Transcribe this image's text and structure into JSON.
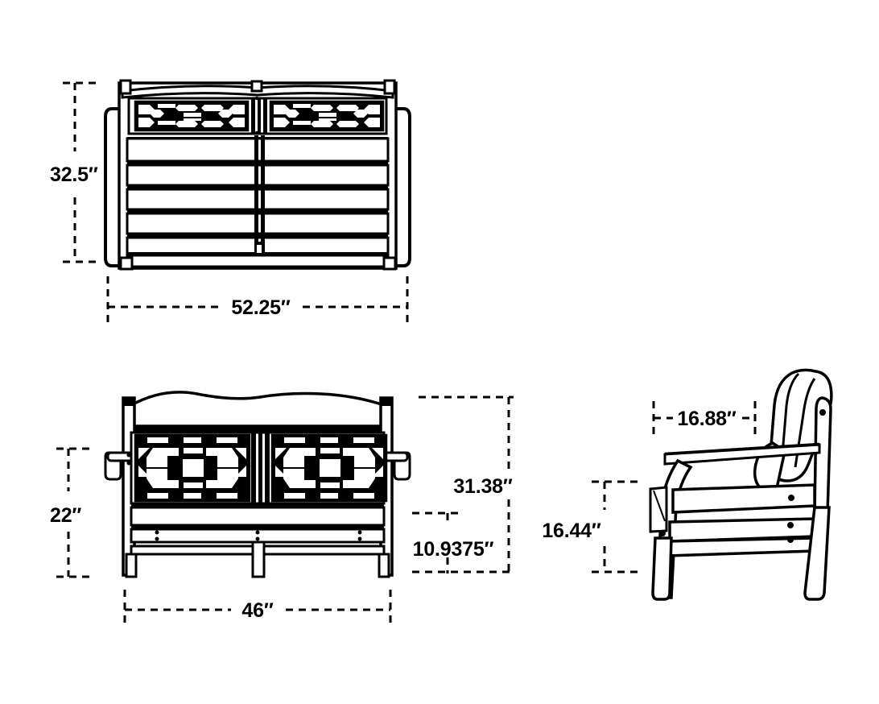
{
  "drawing": {
    "title": "Furniture dimension drawing",
    "background_color": "#ffffff",
    "line_color": "#000000",
    "unit_symbol": "″"
  },
  "views": [
    {
      "name": "top-view",
      "label": "Top / plan view of bench with lattice back"
    },
    {
      "name": "front-view",
      "label": "Front elevation of bench with chippendale lattice"
    },
    {
      "name": "side-view",
      "label": "Side profile of deep seating chair with cushions"
    }
  ],
  "dimensions": {
    "top_height": "32.5″",
    "top_width": "52.25″",
    "front_height": "22″",
    "front_width": "46″",
    "back_height": "31.38″",
    "seat_height": "10.9375″",
    "side_depth": "16.88″",
    "side_height": "16.44″"
  }
}
